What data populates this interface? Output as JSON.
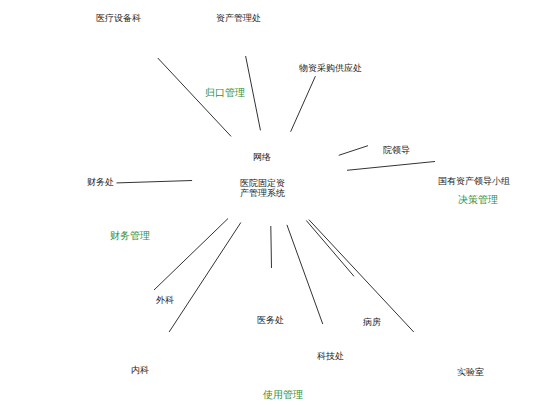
{
  "diagram": {
    "nodes": [
      {
        "text": [
          "归口管理"
        ]
      },
      {
        "text": [
          "医疗设备科"
        ],
        "in": 0
      },
      {
        "text": [
          "资产管理处"
        ],
        "in": 0
      },
      {
        "text": [
          "物资采购供应处"
        ],
        "in": 0
      },
      {
        "text": [
          "决策管理"
        ]
      },
      {
        "text": [
          "院领导"
        ],
        "in": 4
      },
      {
        "text": [
          "国有资产领导小组"
        ],
        "in": 4
      },
      {
        "text": [
          "财务管理"
        ]
      },
      {
        "text": [
          "财务处"
        ],
        "in": 7
      },
      {
        "text": [
          "网络",
          "医院固定资产管理系统"
        ]
      },
      {
        "text": [
          "使用管理"
        ]
      },
      {
        "text": [
          "外科"
        ],
        "in": 10
      },
      {
        "text": [
          "内科"
        ],
        "in": 10
      },
      {
        "text": [
          "医务处"
        ],
        "in": 10
      },
      {
        "text": [
          "科技处"
        ],
        "in": 10
      },
      {
        "text": [
          "病房"
        ],
        "in": 10
      },
      {
        "text": [
          "实验室"
        ],
        "in": 10
      }
    ],
    "edges": [
      {
        "from": 9,
        "to": 1,
        "arrow": "none"
      },
      {
        "from": 9,
        "to": 2,
        "arrow": "none"
      },
      {
        "from": 9,
        "to": 3,
        "arrow": "none"
      },
      {
        "from": 9,
        "to": 5,
        "arrow": "none"
      },
      {
        "from": 9,
        "to": 6,
        "arrow": "none"
      },
      {
        "from": 9,
        "to": 8,
        "arrow": "none"
      },
      {
        "from": 9,
        "to": 11,
        "arrow": "none"
      },
      {
        "from": 9,
        "to": 12,
        "arrow": "none"
      },
      {
        "from": 9,
        "to": 13,
        "arrow": "none"
      },
      {
        "from": 9,
        "to": 14,
        "arrow": "none"
      },
      {
        "from": 9,
        "to": 15,
        "arrow": "none"
      },
      {
        "from": 9,
        "to": 16,
        "arrow": "none"
      }
    ]
  }
}
